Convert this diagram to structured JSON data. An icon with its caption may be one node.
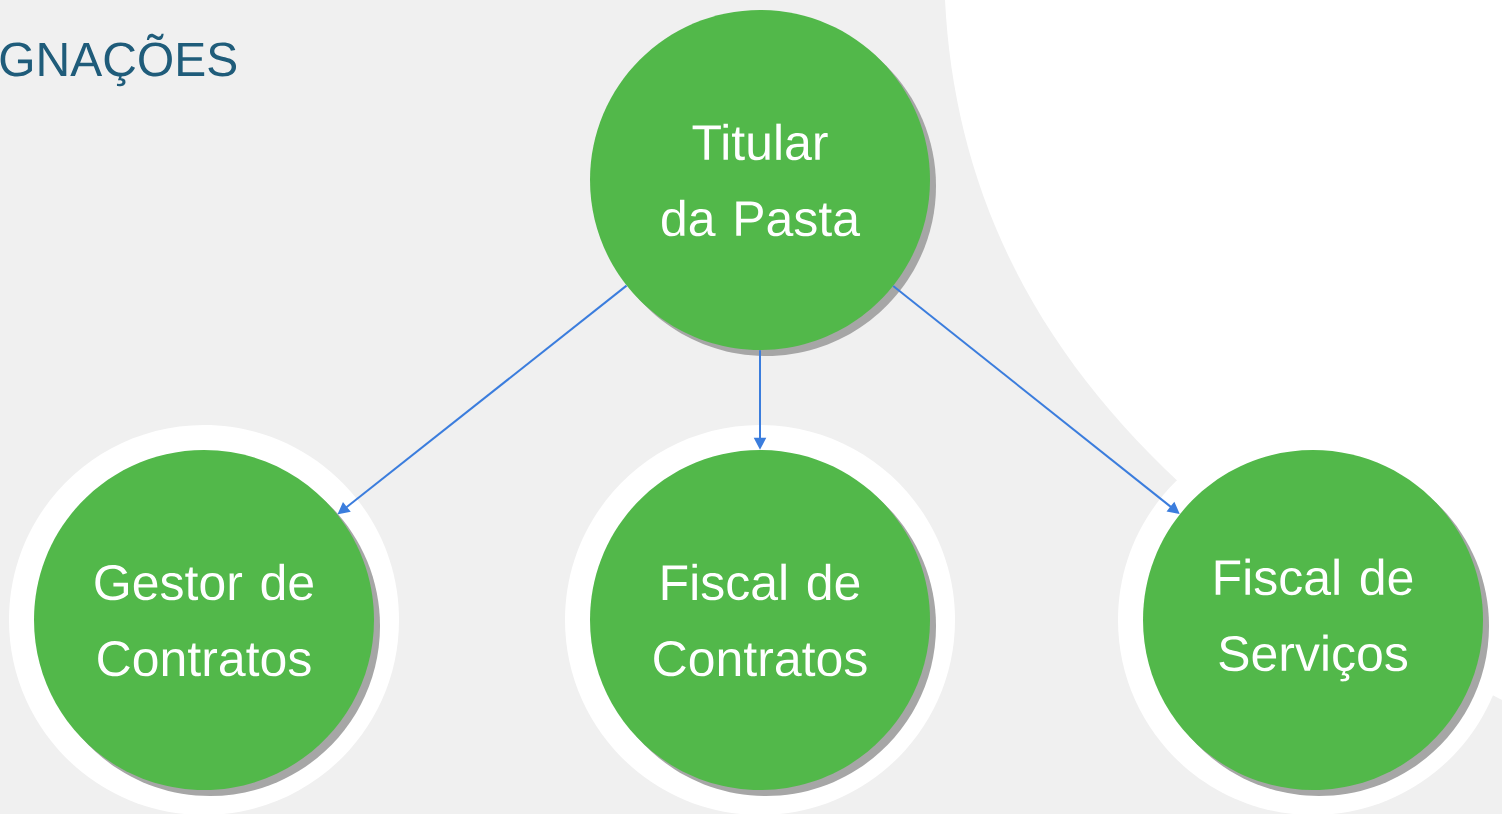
{
  "diagram": {
    "title": "GNAÇÕES",
    "nodes": [
      {
        "text": [
          "Titular da Pasta"
        ]
      },
      {
        "text": [
          "Gestor de Contratos"
        ]
      },
      {
        "text": [
          "Fiscal de Contratos"
        ]
      },
      {
        "text": [
          "Fiscal de Serviços"
        ]
      }
    ],
    "edges": [
      {
        "from": 0,
        "to": 1,
        "arrow": "to"
      },
      {
        "from": 0,
        "to": 2,
        "arrow": "to"
      },
      {
        "from": 0,
        "to": 3,
        "arrow": "to"
      }
    ]
  }
}
